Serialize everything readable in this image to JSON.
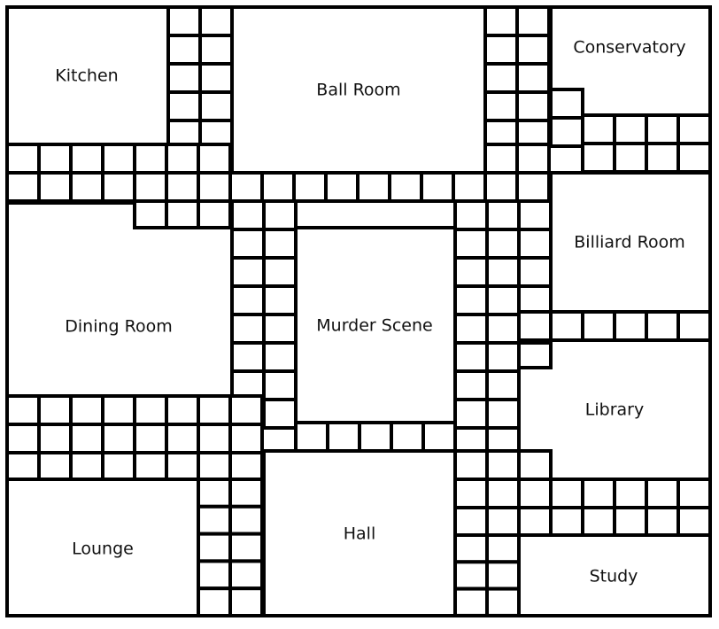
{
  "board": {
    "colors": {
      "line": "#000000",
      "background": "#ffffff",
      "text": "#111111"
    },
    "rooms": {
      "kitchen": "Kitchen",
      "ball_room": "Ball Room",
      "conservatory": "Conservatory",
      "billiard_room": "Billiard Room",
      "dining_room": "Dining Room",
      "murder_scene": "Murder Scene",
      "library": "Library",
      "lounge": "Lounge",
      "hall": "Hall",
      "study": "Study"
    }
  }
}
